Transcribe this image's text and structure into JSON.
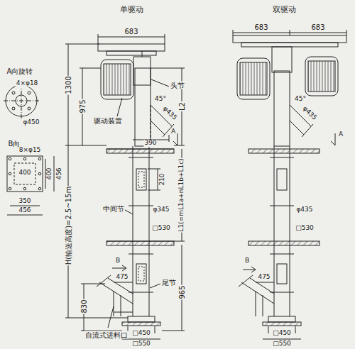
{
  "diagram": {
    "labels": [
      "A向旋转",
      "4×φ18",
      "φ450",
      "B向",
      "8×φ15",
      "400",
      "400",
      "456",
      "350",
      "456",
      "单驱动",
      "683",
      "1300",
      "975",
      "驱动装置",
      "头节",
      "45°",
      "φ435",
      "390",
      "A",
      "L2",
      "210",
      "φ345",
      "□530",
      "中间节",
      "H(输送高度)=2.5~15m",
      "L1(=mL1a+nL1b+L1c)",
      "B",
      "475",
      "尾节",
      "965",
      "830",
      "自流式进料口",
      "□450",
      "□550",
      "双驱动",
      "683",
      "683",
      "45°",
      "φ435",
      "A",
      "φ435",
      "□530",
      "B",
      "475",
      "□450",
      "□550"
    ]
  }
}
